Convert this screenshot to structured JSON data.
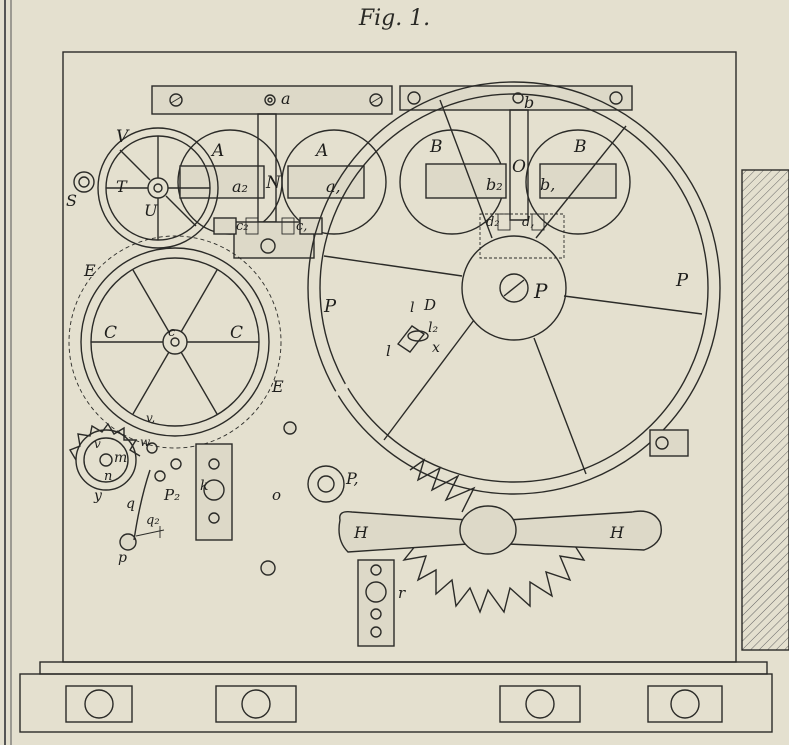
{
  "figure": {
    "title": "Fig. 1."
  },
  "labels": {
    "a_top": "a",
    "b_top": "b",
    "A_left": "A",
    "A_right": "A",
    "B_left": "B",
    "B_right": "B",
    "N": "N",
    "O": "O",
    "a2": "a₂",
    "a1": "a,",
    "b2": "b₂",
    "b1": "b,",
    "c2": "c₂",
    "c1": "c,",
    "d2": "d₂",
    "d1": "d,",
    "V": "V",
    "T": "T",
    "U": "U",
    "S": "S",
    "E_top": "E",
    "E_bottom": "E",
    "C_left": "C",
    "C_right": "C",
    "c_center": "c",
    "P_left": "P",
    "P_center": "P",
    "P_right": "P",
    "P1": "P,",
    "P2": "P₂",
    "D": "D",
    "l": "l",
    "l2": "l₂",
    "x": "x",
    "L": "l",
    "k": "k",
    "o": "o",
    "m": "m",
    "n": "n",
    "v": "v",
    "v1": "v,",
    "w": "w",
    "y": "y",
    "q": "q",
    "q2": "q₂",
    "p": "p",
    "r": "r",
    "He_left": "H",
    "He_right": "H"
  }
}
